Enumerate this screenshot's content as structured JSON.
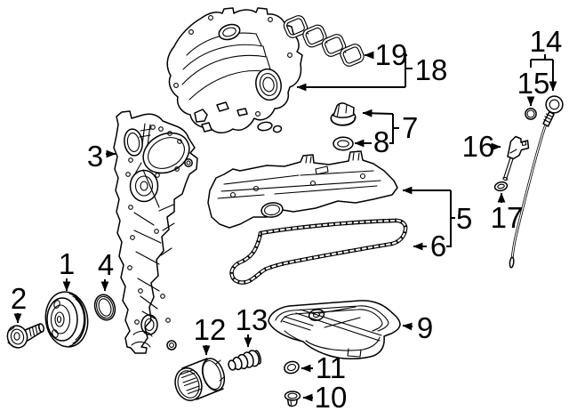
{
  "diagram": {
    "background_color": "#ffffff",
    "line_color": "#000000",
    "callouts": [
      {
        "label": "1"
      },
      {
        "label": "2"
      },
      {
        "label": "3"
      },
      {
        "label": "4"
      },
      {
        "label": "5"
      },
      {
        "label": "6"
      },
      {
        "label": "7"
      },
      {
        "label": "8"
      },
      {
        "label": "9"
      },
      {
        "label": "10"
      },
      {
        "label": "11"
      },
      {
        "label": "12"
      },
      {
        "label": "13"
      },
      {
        "label": "14"
      },
      {
        "label": "15"
      },
      {
        "label": "16"
      },
      {
        "label": "17"
      },
      {
        "label": "18"
      },
      {
        "label": "19"
      }
    ]
  }
}
